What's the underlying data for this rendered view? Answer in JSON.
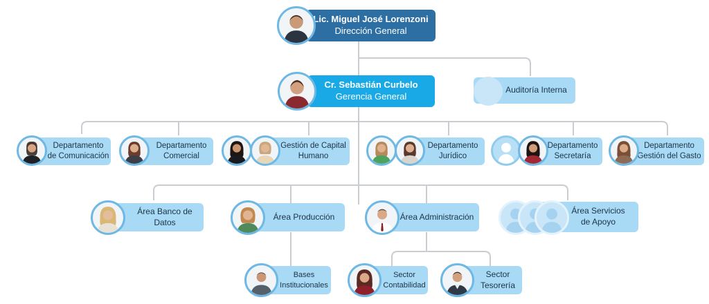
{
  "director": {
    "name": "Lic. Miguel José Lorenzoni",
    "role": "Dirección General"
  },
  "manager": {
    "name": "Cr. Sebastián Curbelo",
    "role": "Gerencia General"
  },
  "audit": {
    "label": "Auditoría Interna"
  },
  "departments": [
    {
      "line1": "Departamento",
      "line2": "de Comunicación"
    },
    {
      "line1": "Departamento",
      "line2": "Comercial"
    },
    {
      "line1": "Gestión de Capital",
      "line2": "Humano"
    },
    {
      "line1": "Departamento",
      "line2": "Jurídico"
    },
    {
      "line1": "Departamento",
      "line2": "Secretaría"
    },
    {
      "line1": "Departamento",
      "line2": "Gestión del Gasto"
    }
  ],
  "areas": [
    {
      "line1": "Área Banco de Datos",
      "line2": ""
    },
    {
      "line1": "Área Producción",
      "line2": ""
    },
    {
      "line1": "Área Administración",
      "line2": ""
    },
    {
      "line1": "Área Servicios",
      "line2": "de Apoyo"
    }
  ],
  "sectors": [
    {
      "line1": "Bases",
      "line2": "Institucionales"
    },
    {
      "line1": "Sector",
      "line2": "Contabilidad"
    },
    {
      "line1": "Sector",
      "line2": "Tesorería"
    }
  ],
  "colors": {
    "connector": "#c9cdd1",
    "node": "#a9daf5",
    "director": "#2d6ea3",
    "manager": "#18a9e6",
    "avatar_ring": "#6db8e4"
  },
  "icons": {
    "person": "person-photo-icon",
    "placeholder": "person-silhouette-icon"
  }
}
